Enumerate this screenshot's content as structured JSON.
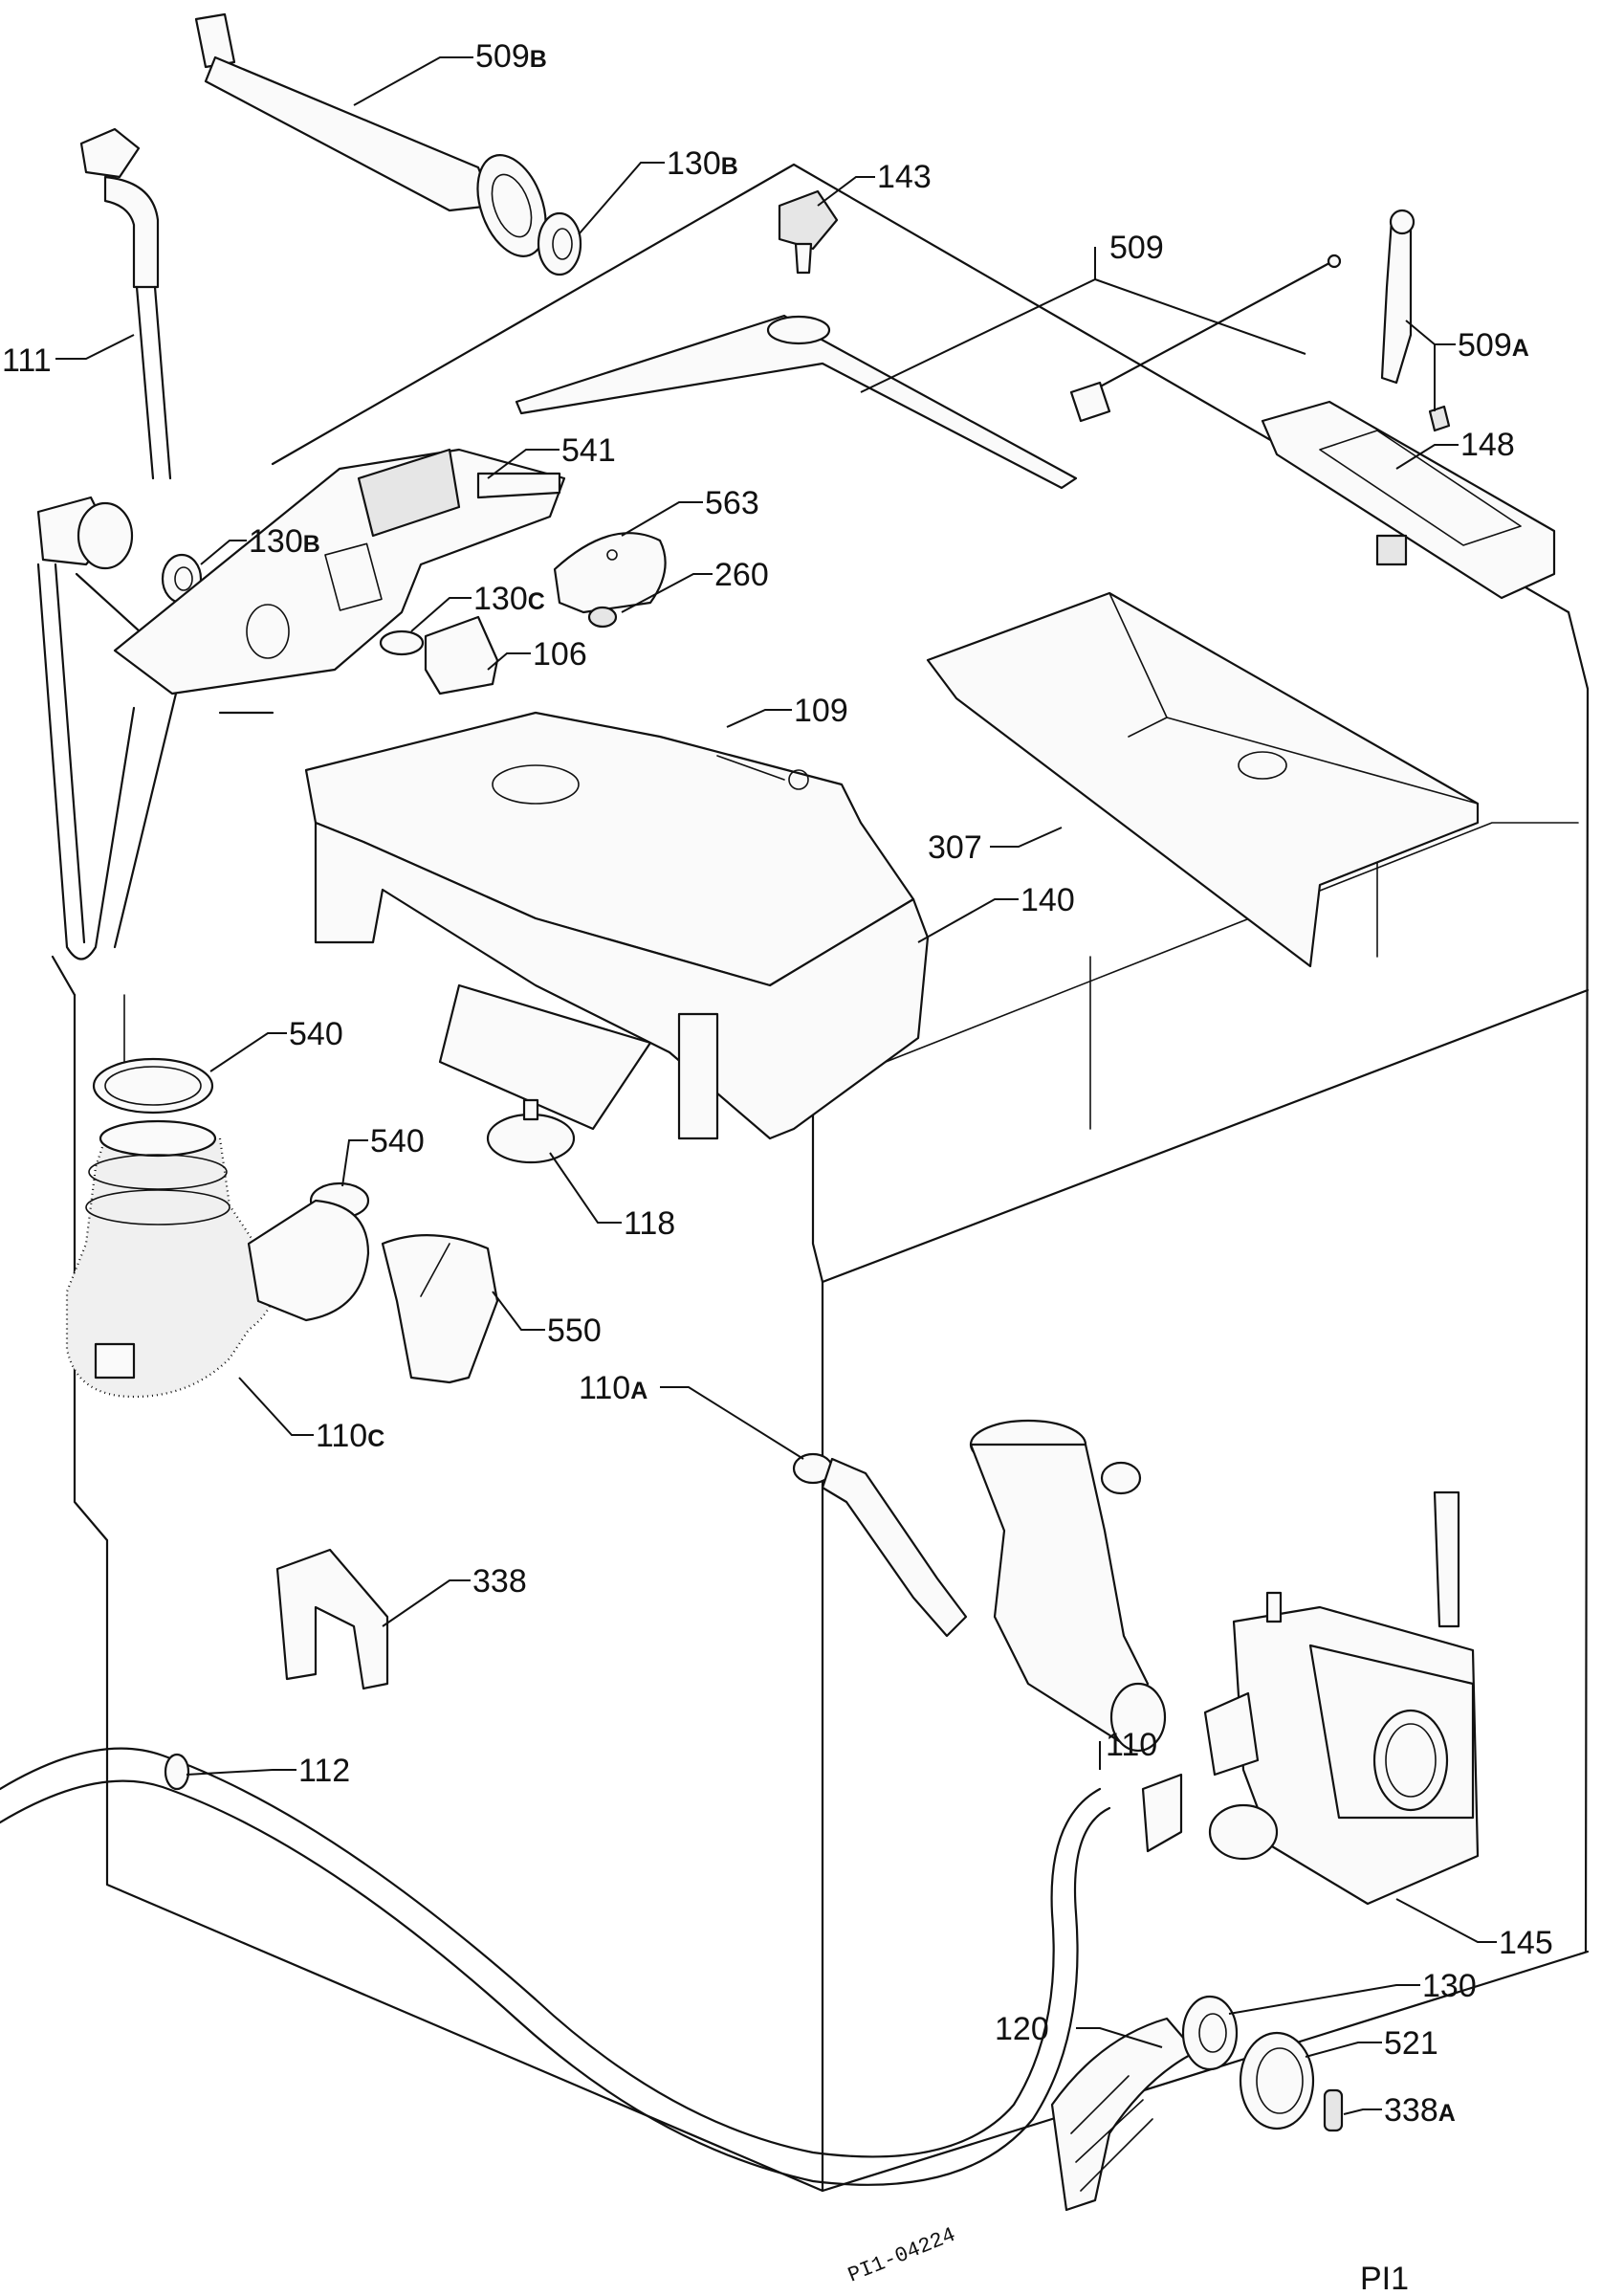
{
  "parts": [
    {
      "id": "509b",
      "num": "509",
      "suffix": "B"
    },
    {
      "id": "130b-top",
      "num": "130",
      "suffix": "B"
    },
    {
      "id": "143",
      "num": "143",
      "suffix": ""
    },
    {
      "id": "509",
      "num": "509",
      "suffix": ""
    },
    {
      "id": "509a",
      "num": "509",
      "suffix": "A"
    },
    {
      "id": "111",
      "num": "111",
      "suffix": ""
    },
    {
      "id": "148",
      "num": "148",
      "suffix": ""
    },
    {
      "id": "541",
      "num": "541",
      "suffix": ""
    },
    {
      "id": "563",
      "num": "563",
      "suffix": ""
    },
    {
      "id": "130b-mid",
      "num": "130",
      "suffix": "B"
    },
    {
      "id": "260",
      "num": "260",
      "suffix": ""
    },
    {
      "id": "130c",
      "num": "130",
      "suffix": "C"
    },
    {
      "id": "106",
      "num": "106",
      "suffix": ""
    },
    {
      "id": "109",
      "num": "109",
      "suffix": ""
    },
    {
      "id": "307",
      "num": "307",
      "suffix": ""
    },
    {
      "id": "140",
      "num": "140",
      "suffix": ""
    },
    {
      "id": "540-a",
      "num": "540",
      "suffix": ""
    },
    {
      "id": "540-b",
      "num": "540",
      "suffix": ""
    },
    {
      "id": "118",
      "num": "118",
      "suffix": ""
    },
    {
      "id": "550",
      "num": "550",
      "suffix": ""
    },
    {
      "id": "110a",
      "num": "110",
      "suffix": "A"
    },
    {
      "id": "110c",
      "num": "110",
      "suffix": "C"
    },
    {
      "id": "338",
      "num": "338",
      "suffix": ""
    },
    {
      "id": "110",
      "num": "110",
      "suffix": ""
    },
    {
      "id": "112",
      "num": "112",
      "suffix": ""
    },
    {
      "id": "145",
      "num": "145",
      "suffix": ""
    },
    {
      "id": "130",
      "num": "130",
      "suffix": ""
    },
    {
      "id": "120",
      "num": "120",
      "suffix": ""
    },
    {
      "id": "521",
      "num": "521",
      "suffix": ""
    },
    {
      "id": "338a",
      "num": "338",
      "suffix": "A"
    }
  ],
  "drawing_code": "PI1-04224",
  "page_code": "PI1"
}
